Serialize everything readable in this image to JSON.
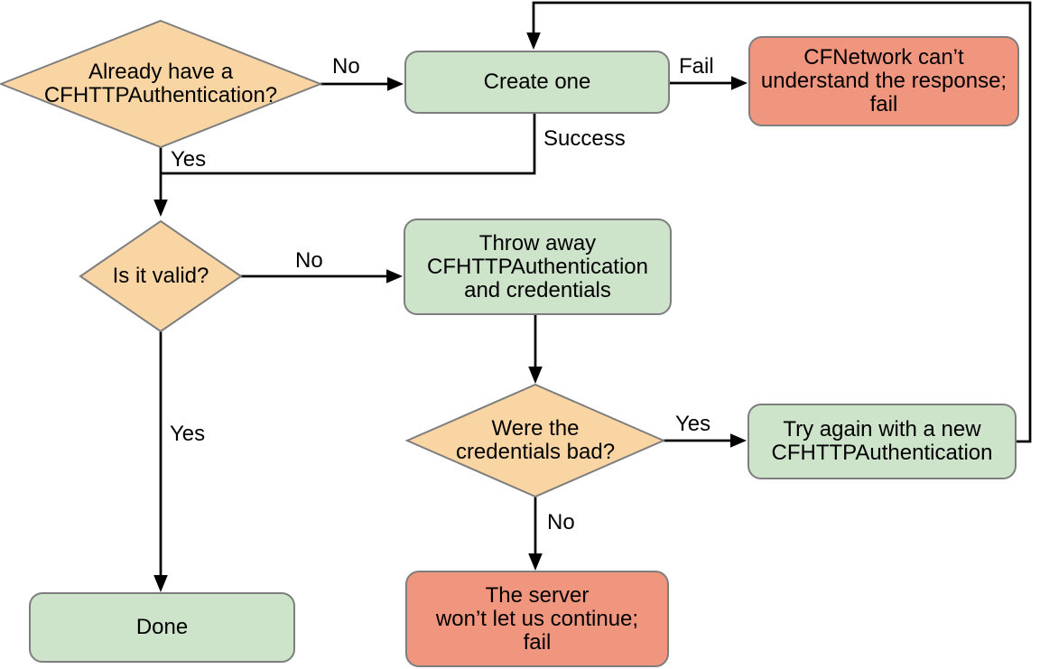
{
  "colors": {
    "decision_fill": "#FAD5A4",
    "process_fill": "#CDE4CB",
    "failure_fill": "#F0957E",
    "shape_border": "#7E7E7E",
    "connector": "#000000",
    "text": "#000000",
    "background": "#FFFFFF"
  },
  "nodes": {
    "already_have": {
      "type": "decision",
      "label": "Already have a\nCFHTTPAuthentication?"
    },
    "create_one": {
      "type": "process",
      "label": "Create one"
    },
    "cfnetwork_fail": {
      "type": "failure",
      "label": "CFNetwork can’t\nunderstand the response;\nfail"
    },
    "is_it_valid": {
      "type": "decision",
      "label": "Is it valid?"
    },
    "throw_away": {
      "type": "process",
      "label": "Throw away\nCFHTTPAuthentication\nand credentials"
    },
    "were_credentials_bad": {
      "type": "decision",
      "label": "Were the\ncredentials bad?"
    },
    "try_again": {
      "type": "process",
      "label": "Try again with a new\nCFHTTPAuthentication"
    },
    "done": {
      "type": "process",
      "label": "Done"
    },
    "server_fail": {
      "type": "failure",
      "label": "The server\nwon’t let us continue;\nfail"
    }
  },
  "edge_labels": {
    "no_create": "No",
    "fail": "Fail",
    "success": "Success",
    "yes_valid_check": "Yes",
    "no_invalid": "No",
    "yes_done": "Yes",
    "yes_retry": "Yes",
    "no_server": "No"
  }
}
